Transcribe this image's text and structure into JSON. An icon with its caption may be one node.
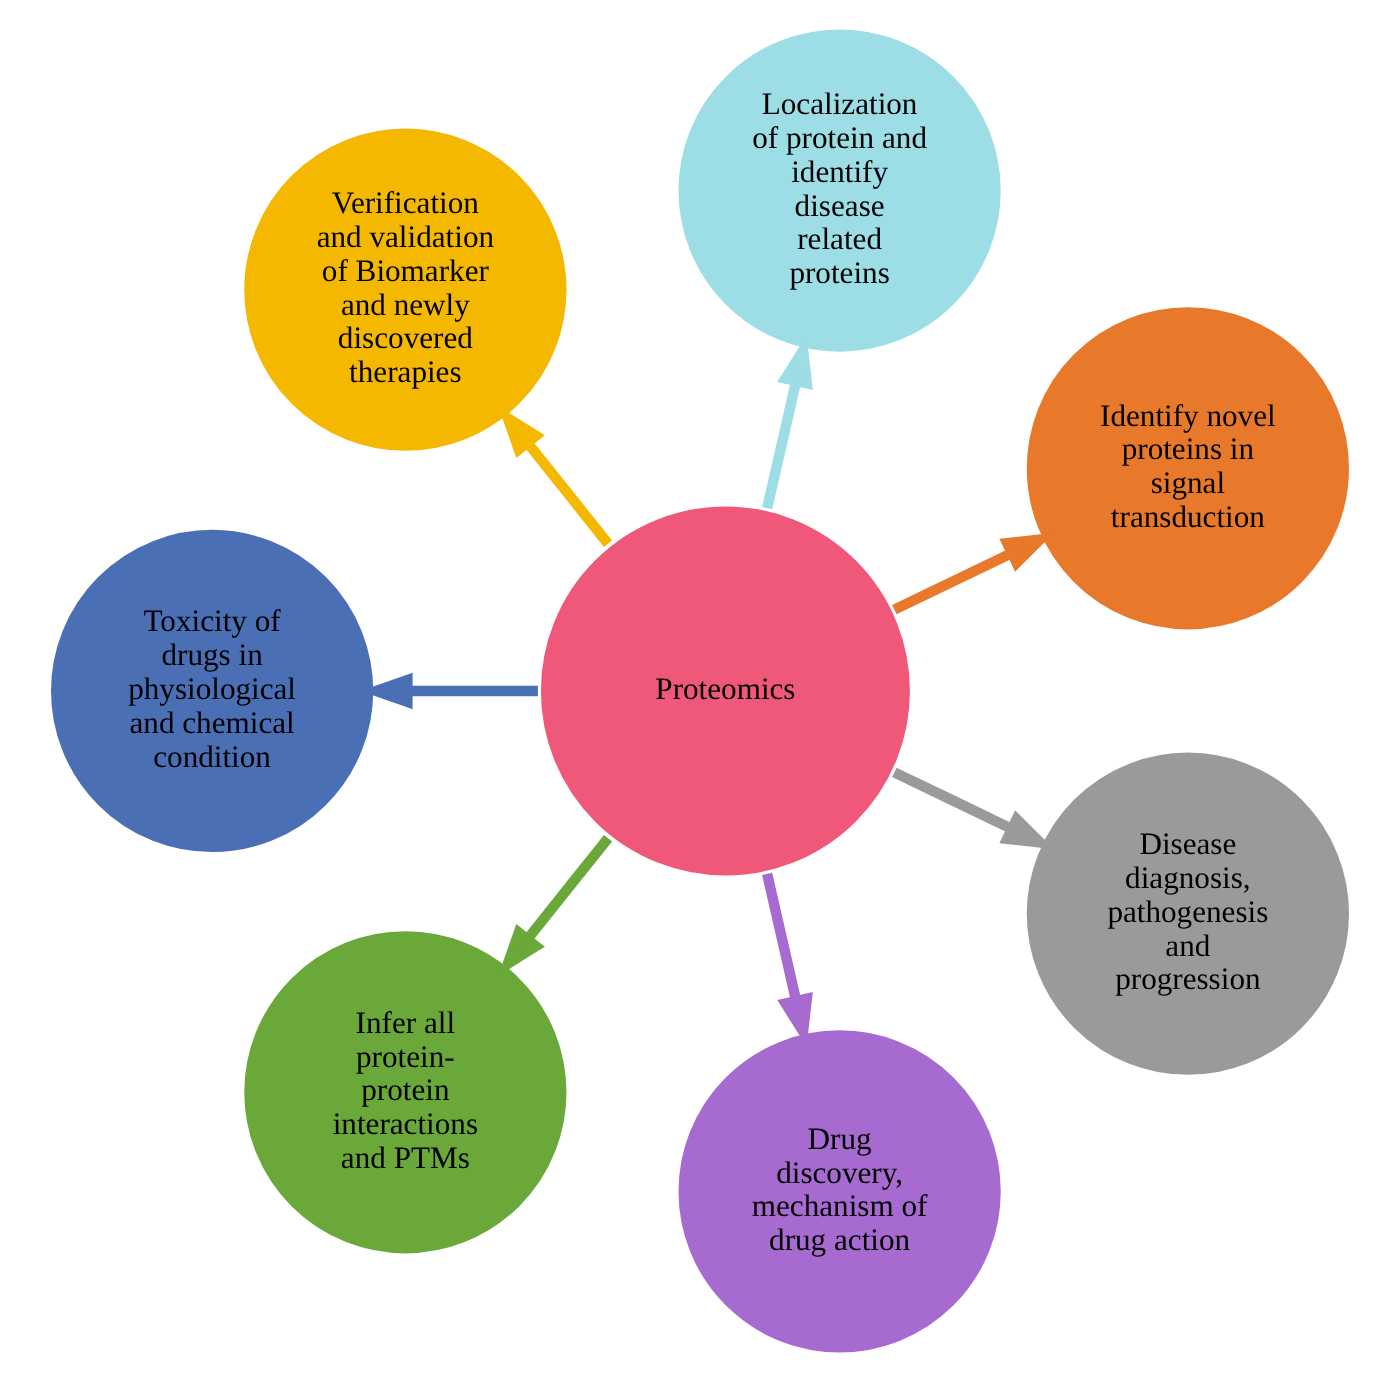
{
  "diagram": {
    "nodes": [
      {
        "text": [
          "Proteomics"
        ]
      },
      {
        "text": [
          "Identify novel proteins in signal transduction"
        ]
      },
      {
        "text": [
          "Localization of protein and identify disease related proteins"
        ]
      },
      {
        "text": [
          "Verification and validation of Biomarker and newly discovered therapies"
        ]
      },
      {
        "text": [
          "Toxicity of drugs in physiological and chemical condition"
        ]
      },
      {
        "text": [
          "Infer all protein-protein interactions and PTMs"
        ]
      },
      {
        "text": [
          "Drug discovery, mechanism of drug action"
        ]
      },
      {
        "text": [
          "Disease diagnosis, pathogenesis and progression"
        ]
      }
    ],
    "edges": [
      {
        "from": 0,
        "to": 1,
        "arrow": "to",
        "color": "#e8792a"
      },
      {
        "from": 0,
        "to": 2,
        "arrow": "to",
        "color": "#9ddde5"
      },
      {
        "from": 0,
        "to": 3,
        "arrow": "to",
        "color": "#f5b800"
      },
      {
        "from": 0,
        "to": 4,
        "arrow": "to",
        "color": "#4a6fb5"
      },
      {
        "from": 0,
        "to": 5,
        "arrow": "to",
        "color": "#6aa83a"
      },
      {
        "from": 0,
        "to": 6,
        "arrow": "to",
        "color": "#a66ad0"
      },
      {
        "from": 0,
        "to": 7,
        "arrow": "to",
        "color": "#9a9a9a"
      }
    ]
  }
}
